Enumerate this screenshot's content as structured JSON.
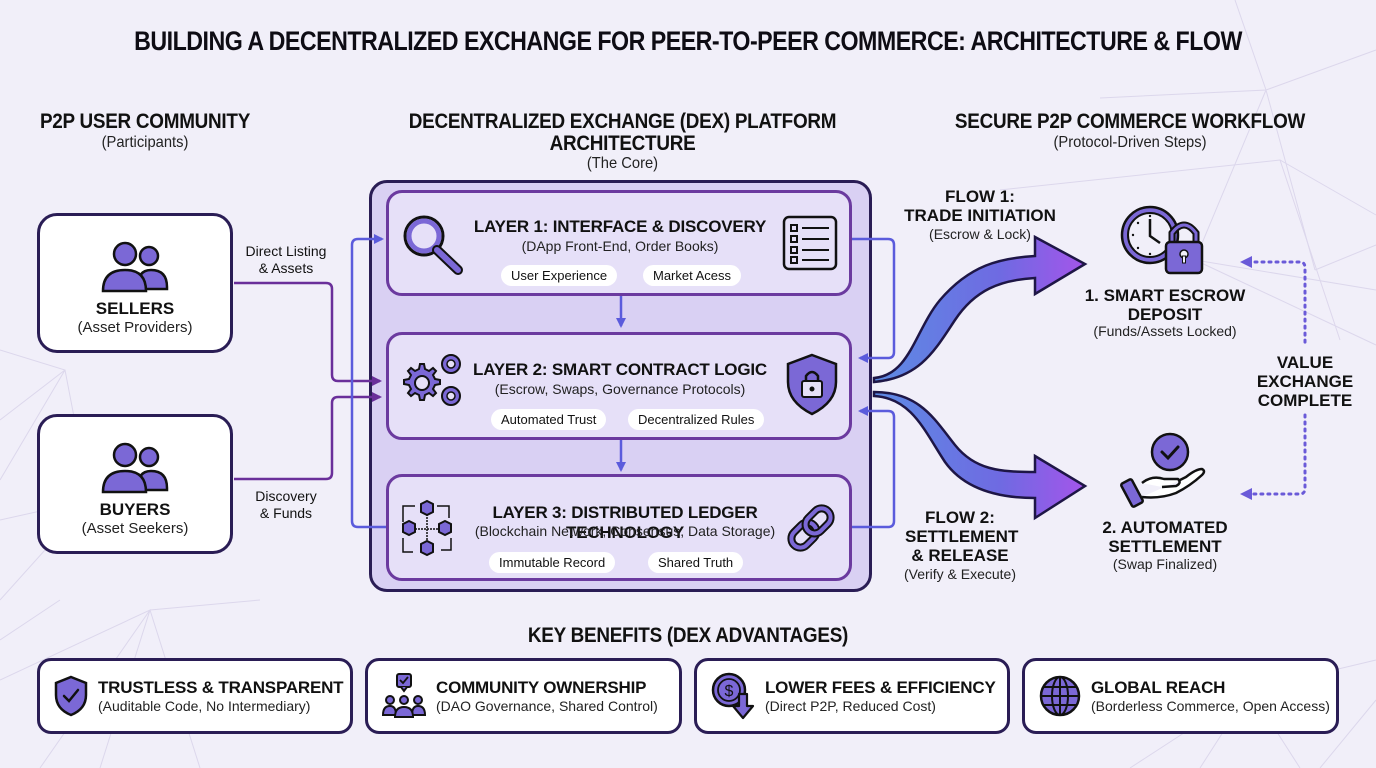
{
  "title": "BUILDING A DECENTRALIZED EXCHANGE FOR PEER-TO-PEER COMMERCE: ARCHITECTURE & FLOW",
  "left_section": {
    "title": "P2P USER COMMUNITY",
    "subtitle": "(Participants)",
    "sellers": {
      "name": "SELLERS",
      "sub": "(Asset Providers)",
      "icon": "users-icon"
    },
    "buyers": {
      "name": "BUYERS",
      "sub": "(Asset Seekers)",
      "icon": "users-icon"
    },
    "seller_flow_label": [
      "Direct Listing",
      "& Assets"
    ],
    "buyer_flow_label": [
      "Discovery",
      "& Funds"
    ]
  },
  "center_section": {
    "title_line1": "DECENTRALIZED EXCHANGE (DEX) PLATFORM",
    "title_line2": "ARCHITECTURE",
    "subtitle": "(The Core)",
    "layers": [
      {
        "title": "LAYER 1: INTERFACE & DISCOVERY",
        "sub": "(DApp Front-End, Order Books)",
        "tags": [
          "User Experience",
          "Market Acess"
        ],
        "left_icon": "magnifier-icon",
        "right_icon": "checklist-icon"
      },
      {
        "title": "LAYER 2: SMART CONTRACT LOGIC",
        "sub": "(Escrow, Swaps, Governance Protocols)",
        "tags": [
          "Automated Trust",
          "Decentralized Rules"
        ],
        "left_icon": "gears-icon",
        "right_icon": "shield-lock-icon"
      },
      {
        "title": "LAYER 3: DISTRIBUTED LEDGER TECHNOLOGY",
        "sub": "(Blockchain Network, Consensus, Data Storage)",
        "tags": [
          "Immutable Record",
          "Shared Truth"
        ],
        "left_icon": "blockchain-network-icon",
        "right_icon": "chain-link-icon"
      }
    ]
  },
  "right_section": {
    "title": "SECURE P2P COMMERCE WORKFLOW",
    "subtitle": "(Protocol-Driven Steps)",
    "flow1": {
      "line1": "FLOW 1:",
      "line2": "TRADE INITIATION",
      "sub": "(Escrow & Lock)"
    },
    "flow2": {
      "line1": "FLOW 2:",
      "line2": "SETTLEMENT",
      "line3": "& RELEASE",
      "sub": "(Verify & Execute)"
    },
    "step1": {
      "line1": "1. SMART ESCROW",
      "line2": "DEPOSIT",
      "sub": "(Funds/Assets Locked)",
      "icon": "clock-lock-icon"
    },
    "step2": {
      "line1": "2. AUTOMATED",
      "line2": "SETTLEMENT",
      "sub": "(Swap Finalized)",
      "icon": "hand-check-icon"
    },
    "value_exchange": [
      "VALUE",
      "EXCHANGE",
      "COMPLETE"
    ]
  },
  "benefits": {
    "title": "KEY BENEFITS (DEX ADVANTAGES)",
    "items": [
      {
        "title": "TRUSTLESS & TRANSPARENT",
        "sub": "(Auditable Code, No Intermediary)",
        "icon": "shield-check-icon"
      },
      {
        "title": "COMMUNITY OWNERSHIP",
        "sub": "(DAO Governance, Shared Control)",
        "icon": "community-vote-icon"
      },
      {
        "title": "LOWER FEES & EFFICIENCY",
        "sub": "(Direct P2P, Reduced Cost)",
        "icon": "dollar-down-icon"
      },
      {
        "title": "GLOBAL REACH",
        "sub": "(Borderless Commerce, Open Access)",
        "icon": "globe-icon"
      }
    ]
  },
  "colors": {
    "accent": "#7b68d6",
    "dark_outline": "#2a1d55",
    "layer_border": "#6b3a9f",
    "connector_blue": "#5b5bdc",
    "connector_purple": "#6a2f9a",
    "background": "#f1eff9"
  }
}
